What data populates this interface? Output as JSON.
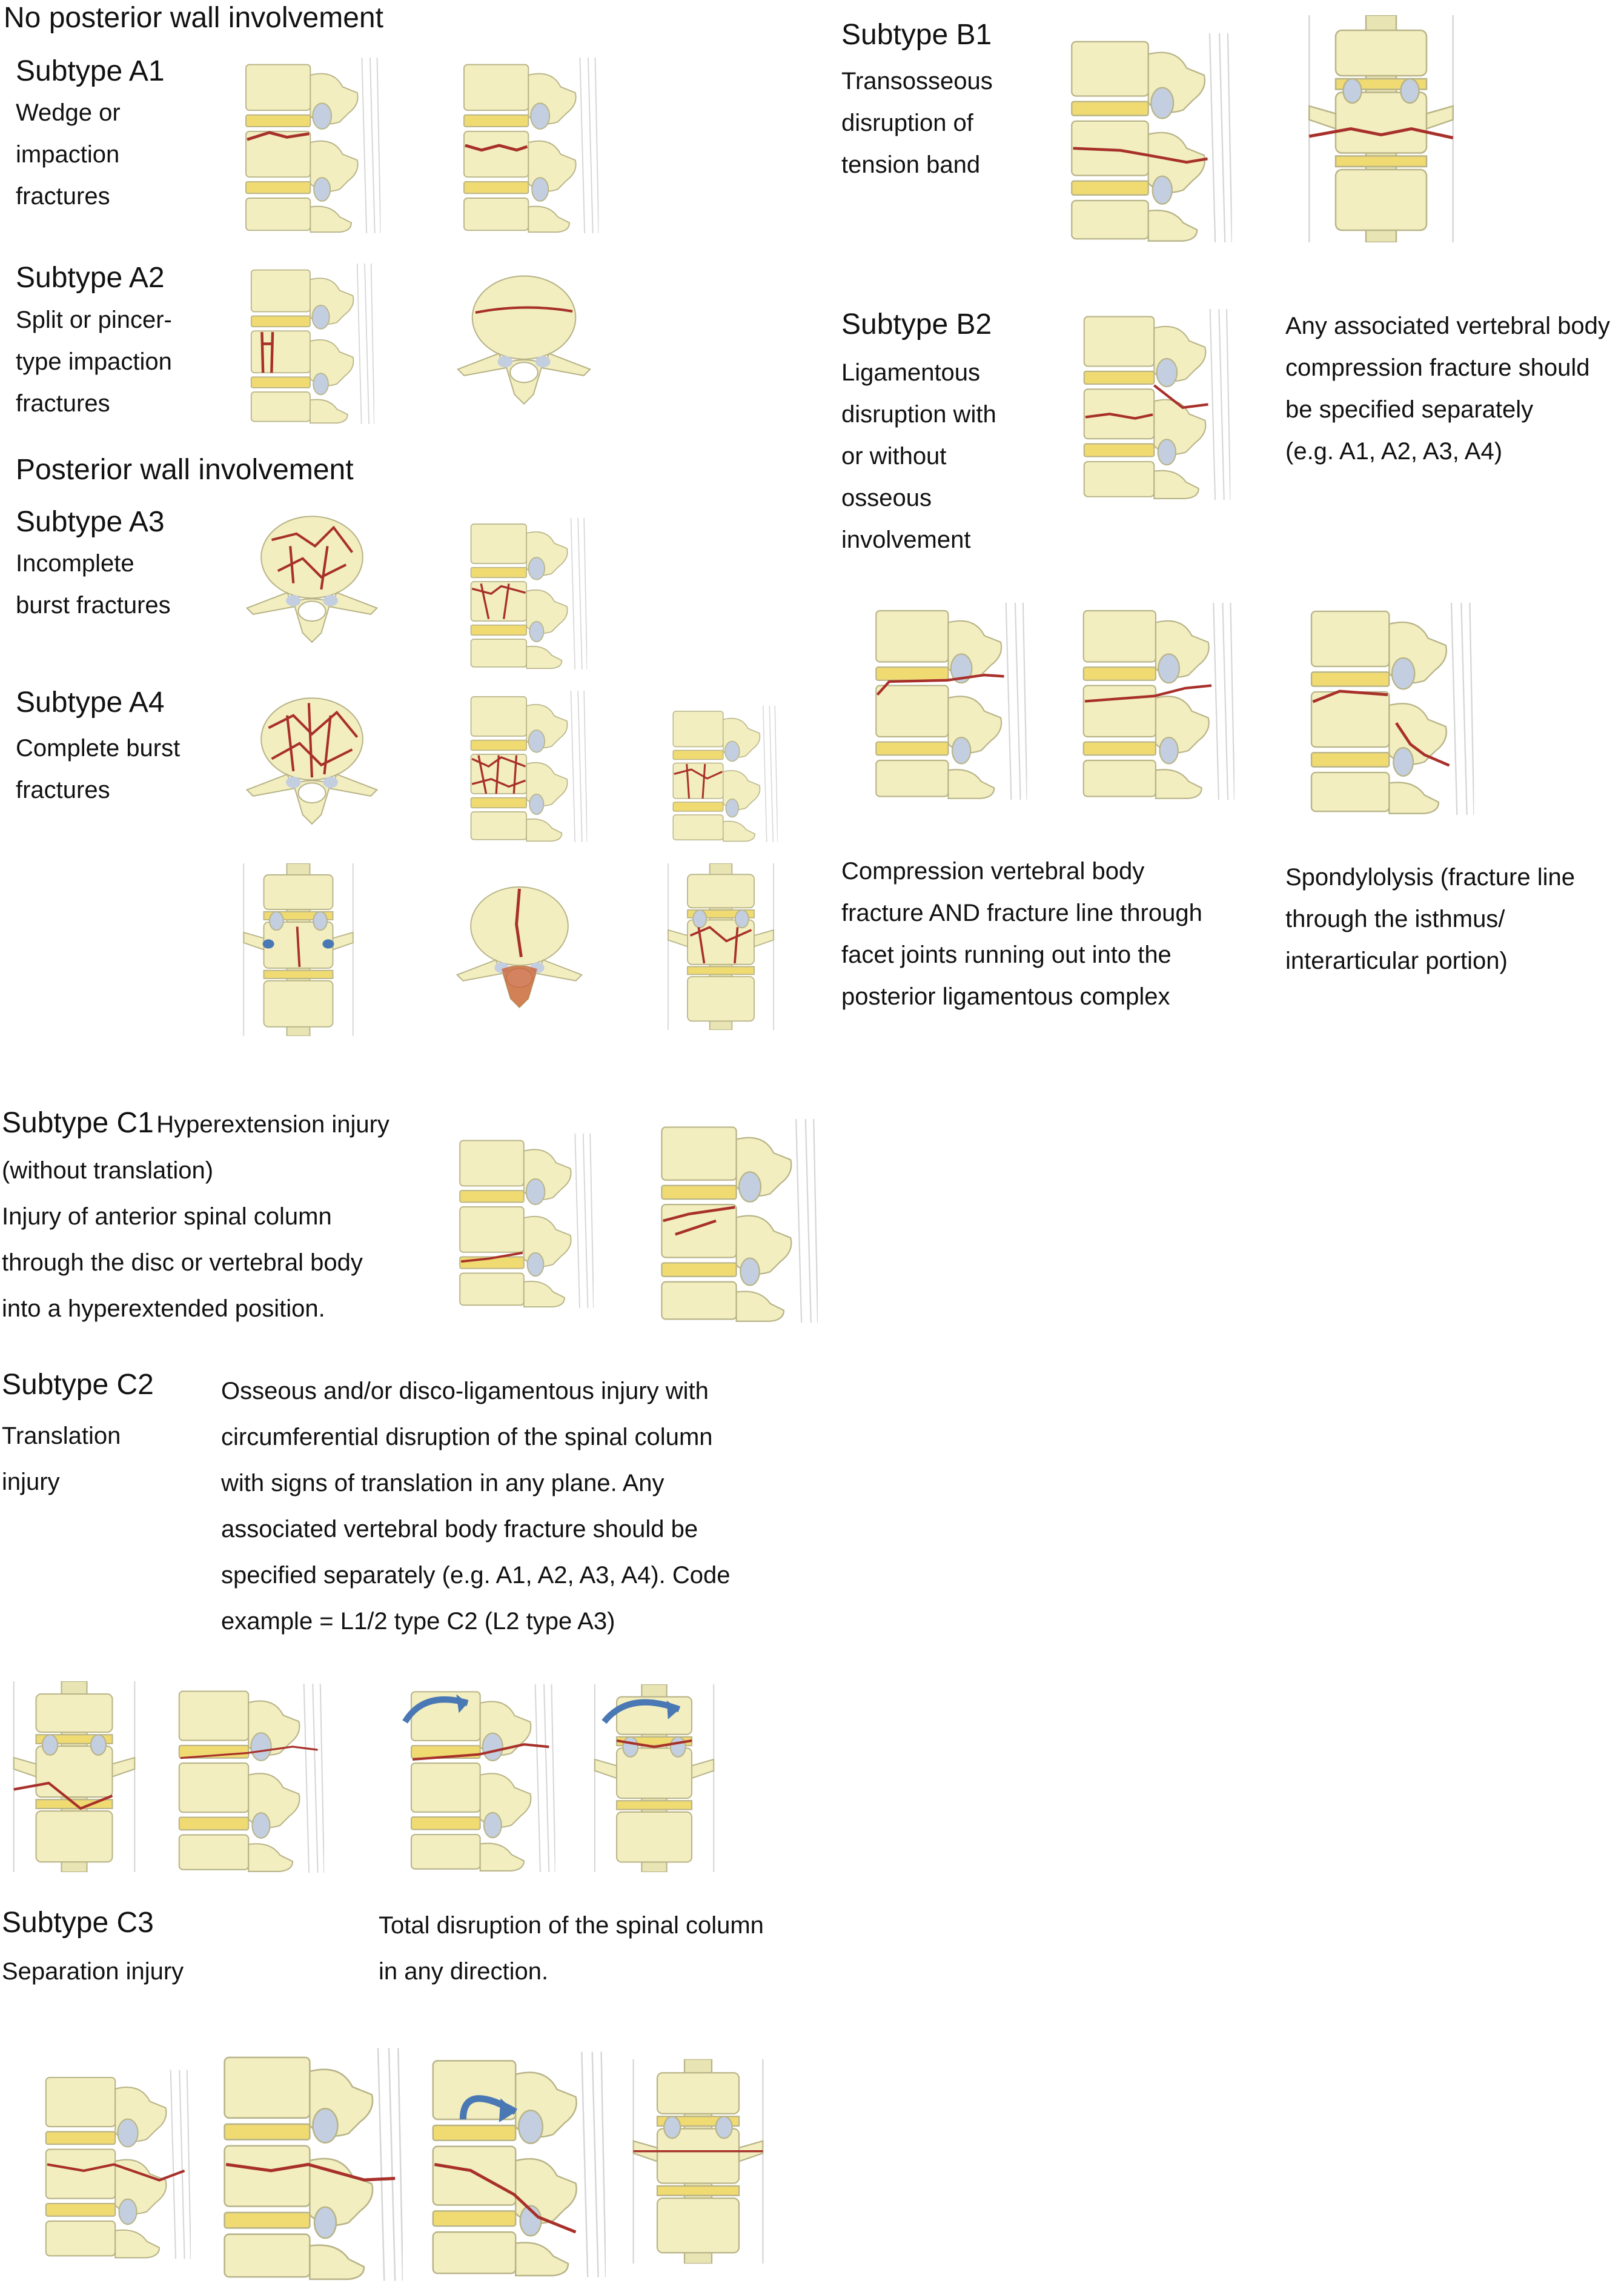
{
  "labels": {
    "no_posterior": "No posterior wall involvement",
    "a1_title": "Subtype A1",
    "a1_l1": "Wedge or",
    "a1_l2": "impaction",
    "a1_l3": "fractures",
    "a2_title": "Subtype A2",
    "a2_l1": "Split or pincer-",
    "a2_l2": "type impaction",
    "a2_l3": "fractures",
    "posterior": "Posterior wall involvement",
    "a3_title": "Subtype A3",
    "a3_l1": "Incomplete",
    "a3_l2": "burst fractures",
    "a4_title": "Subtype A4",
    "a4_l1": "Complete burst",
    "a4_l2": "fractures",
    "b1_title": "Subtype B1",
    "b1_l1": "Transosseous",
    "b1_l2": "disruption of",
    "b1_l3": "tension band",
    "b2_title": "Subtype B2",
    "b2_l1": "Ligamentous",
    "b2_l2": "disruption with",
    "b2_l3": "or without",
    "b2_l4": "osseous",
    "b2_l5": "involvement",
    "b2_note_l1": "Any associated vertebral body",
    "b2_note_l2": "compression fracture should",
    "b2_note_l3": "be specified separately",
    "b2_note_l4": "(e.g. A1, A2, A3, A4)",
    "comp_l1": "Compression vertebral body",
    "comp_l2": "fracture AND fracture line through",
    "comp_l3": "facet joints running out into the",
    "comp_l4": "posterior ligamentous complex",
    "spond_l1": "Spondylolysis (fracture line",
    "spond_l2": "through the isthmus/",
    "spond_l3": "interarticular portion)",
    "c1_title": "Subtype C1",
    "c1_inline": "Hyperextension injury",
    "c1_l1": "(without translation)",
    "c1_l2": "Injury of anterior spinal column",
    "c1_l3": "through the disc or vertebral body",
    "c1_l4": "into a hyperextended position.",
    "c2_title": "Subtype C2",
    "c2_sub1": "Translation",
    "c2_sub2": "injury",
    "c2_l1": "Osseous and/or disco-ligamentous injury with",
    "c2_l2": "circumferential disruption of the spinal column",
    "c2_l3": "with signs of translation in any plane. Any",
    "c2_l4": "associated vertebral body fracture should be",
    "c2_l5": "specified separately (e.g. A1, A2, A3, A4). Code",
    "c2_l6": "example = L1/2 type C2 (L2 type A3)",
    "c3_title": "Subtype C3",
    "c3_sub": "Separation injury",
    "c3_l1": "Total disruption of the spinal column",
    "c3_l2": "in any direction."
  },
  "colors": {
    "bone": "#f2eec0",
    "bone_edge": "#b8b488",
    "disc": "#f0da72",
    "fracture": "#a8302a",
    "arrow": "#4a78b4",
    "ligament": "#c3cfe0"
  }
}
